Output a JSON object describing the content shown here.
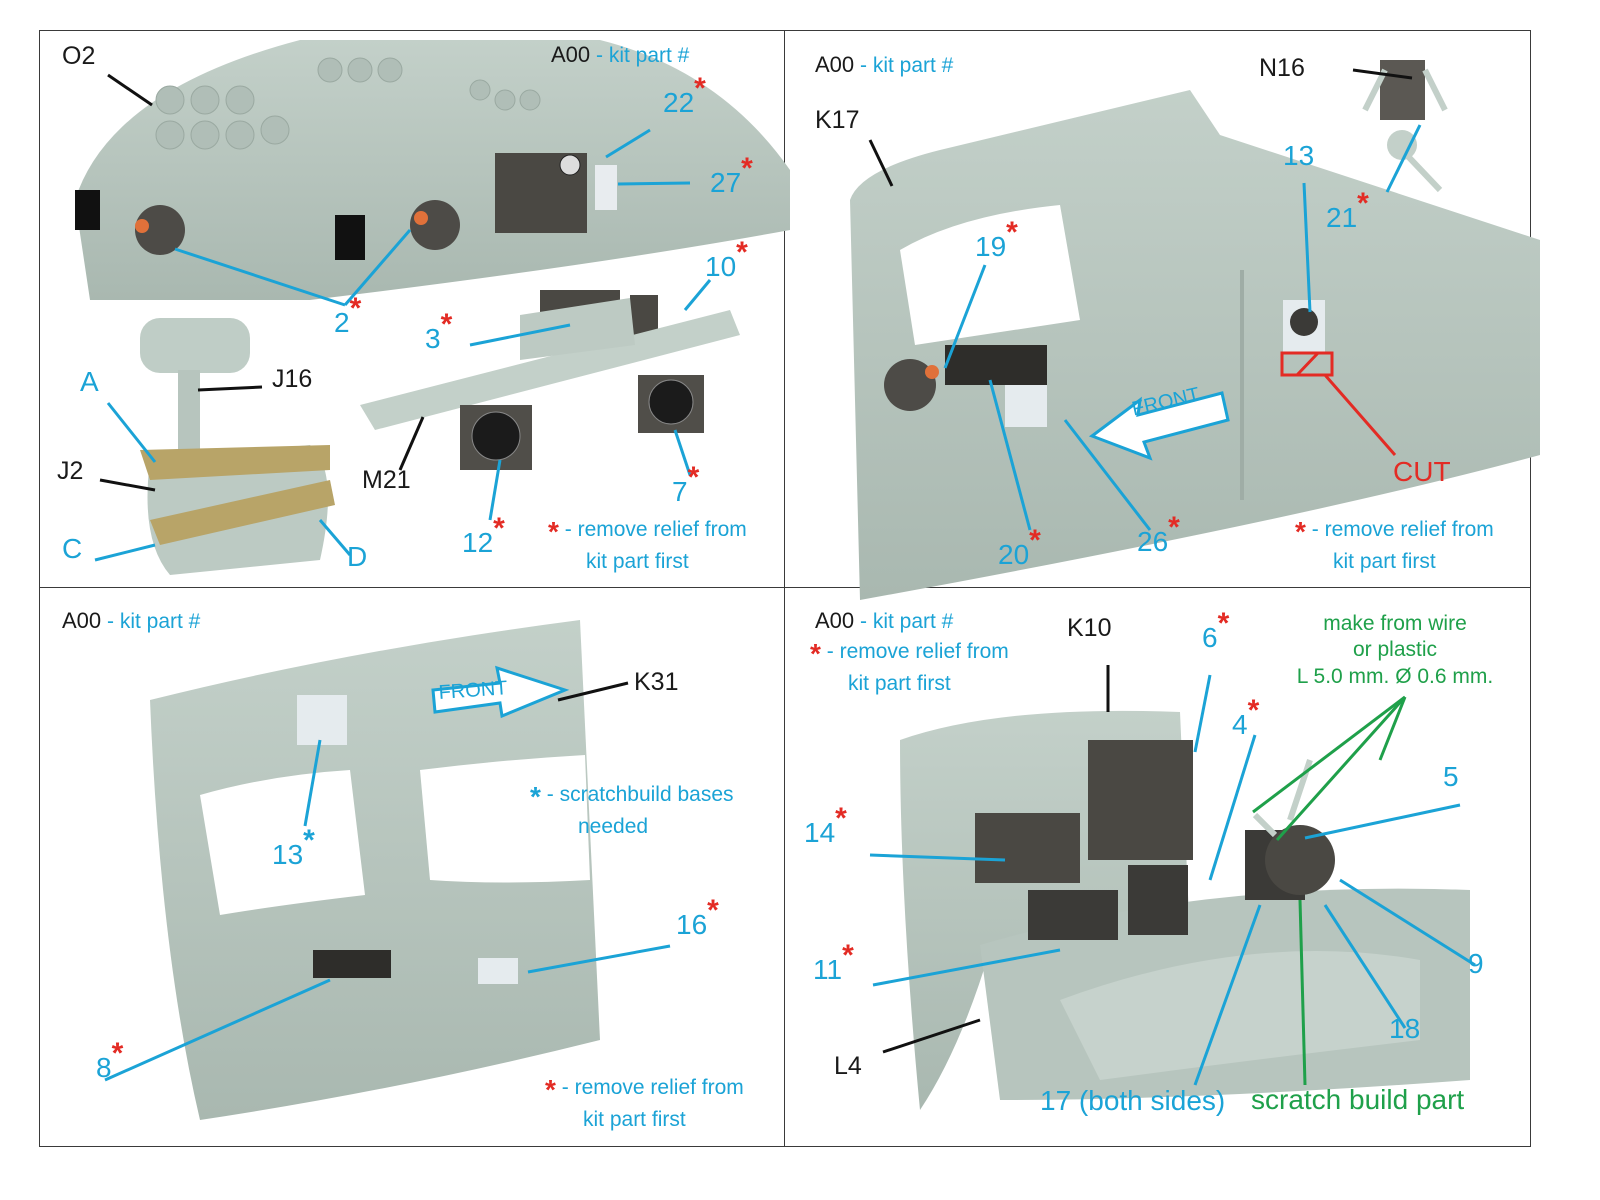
{
  "panels": {
    "top_left": {
      "header": {
        "code": "A00",
        "desc": "- kit part #"
      },
      "kit_labels": [
        "O2",
        "J16",
        "J2",
        "M21"
      ],
      "callouts": [
        {
          "id": "22",
          "star": true
        },
        {
          "id": "27",
          "star": true
        },
        {
          "id": "10",
          "star": true
        },
        {
          "id": "2",
          "star": true
        },
        {
          "id": "3",
          "star": true
        },
        {
          "id": "7",
          "star": true
        },
        {
          "id": "12",
          "star": true
        }
      ],
      "belt_labels": [
        "A",
        "C",
        "D"
      ],
      "legend": {
        "symbol": "*",
        "line1": "- remove relief from",
        "line2": "kit part first"
      }
    },
    "top_right": {
      "header": {
        "code": "A00",
        "desc": "- kit part #"
      },
      "kit_labels": [
        "K17",
        "N16"
      ],
      "callouts": [
        {
          "id": "13",
          "star": false
        },
        {
          "id": "21",
          "star": true
        },
        {
          "id": "19",
          "star": true
        },
        {
          "id": "20",
          "star": true
        },
        {
          "id": "26",
          "star": true
        }
      ],
      "arrow_label": "FRONT",
      "cut_label": "CUT",
      "legend": {
        "symbol": "*",
        "line1": "- remove relief from",
        "line2": "kit part first"
      }
    },
    "bottom_left": {
      "header": {
        "code": "A00",
        "desc": "- kit part #"
      },
      "kit_labels": [
        "K31"
      ],
      "callouts": [
        {
          "id": "13",
          "star": "blue"
        },
        {
          "id": "16",
          "star": true
        },
        {
          "id": "8",
          "star": true
        }
      ],
      "arrow_label": "FRONT",
      "note": {
        "symbol": "*",
        "line1": "- scratchbuild bases",
        "line2": "needed"
      },
      "legend": {
        "symbol": "*",
        "line1": "- remove relief from",
        "line2": "kit part first"
      }
    },
    "bottom_right": {
      "header": {
        "code": "A00",
        "desc": "- kit part #"
      },
      "legend": {
        "symbol": "*",
        "line1": "- remove relief from",
        "line2": "kit part first"
      },
      "kit_labels": [
        "K10",
        "L4"
      ],
      "callouts": [
        {
          "id": "6",
          "star": true
        },
        {
          "id": "4",
          "star": true
        },
        {
          "id": "5",
          "star": false
        },
        {
          "id": "14",
          "star": true
        },
        {
          "id": "11",
          "star": true
        },
        {
          "id": "9",
          "star": false
        },
        {
          "id": "18",
          "star": false
        },
        {
          "id": "17 (both sides)",
          "star": false
        }
      ],
      "wire_note": {
        "line1": "make from wire",
        "line2": "or plastic",
        "line3": "L 5.0 mm. Ø 0.6 mm."
      },
      "scratch_label": "scratch build part"
    }
  },
  "colors": {
    "callout_blue": "#1ba3d6",
    "asterisk_red": "#e32b24",
    "note_green": "#1fa04a",
    "resin_grey": "#b9c7c0",
    "panel_dark": "#4a4843"
  }
}
